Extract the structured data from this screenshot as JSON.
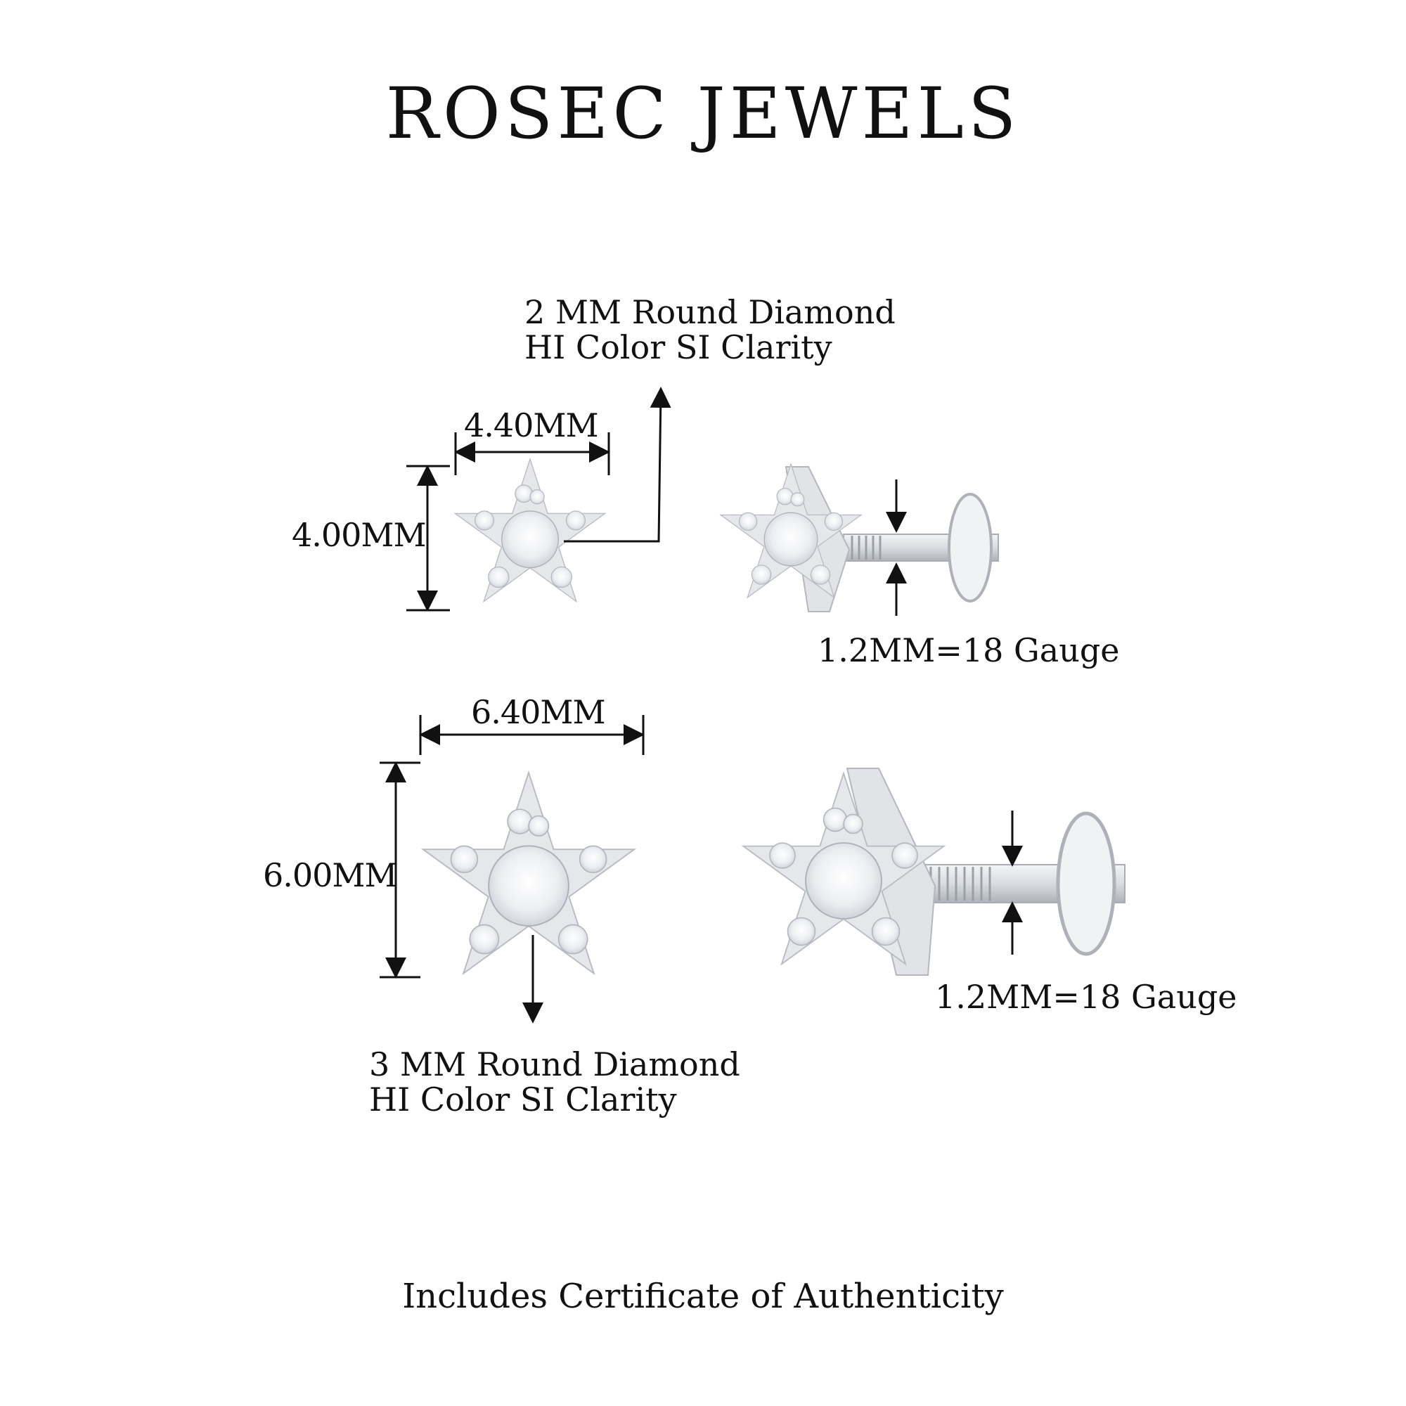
{
  "brand": {
    "name": "ROSEC JEWELS"
  },
  "small_stud": {
    "spec_line1": "2 MM Round Diamond",
    "spec_line2": "HI Color SI Clarity",
    "width": "4.40MM",
    "height": "4.00MM",
    "gauge": "1.2MM=18 Gauge"
  },
  "large_stud": {
    "spec_line1": "3 MM Round Diamond",
    "spec_line2": "HI Color SI Clarity",
    "width": "6.40MM",
    "height": "6.00MM",
    "gauge": "1.2MM=18 Gauge"
  },
  "footer": {
    "text": "Includes Certificate of Authenticity"
  },
  "colors": {
    "metal": "#e4e5e8",
    "metal_edge": "#b9bcc2",
    "ink": "#111111",
    "background": "#ffffff"
  }
}
